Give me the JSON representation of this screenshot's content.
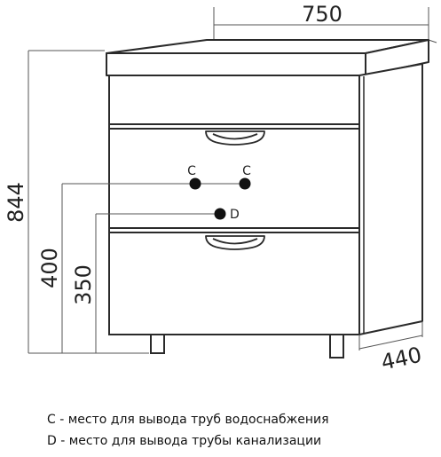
{
  "dimensions": {
    "width": "750",
    "height_total": "844",
    "height_water": "400",
    "height_drain": "350",
    "depth": "440"
  },
  "points": {
    "water_label": "C",
    "drain_label": "D"
  },
  "legend": {
    "water_line": "C - место для вывода труб водоснабжения",
    "drain_line": "D - место для вывода трубы канализации"
  },
  "colors": {
    "line": "#2a2a2a",
    "dimension_line": "#555555",
    "dot": "#111111"
  }
}
